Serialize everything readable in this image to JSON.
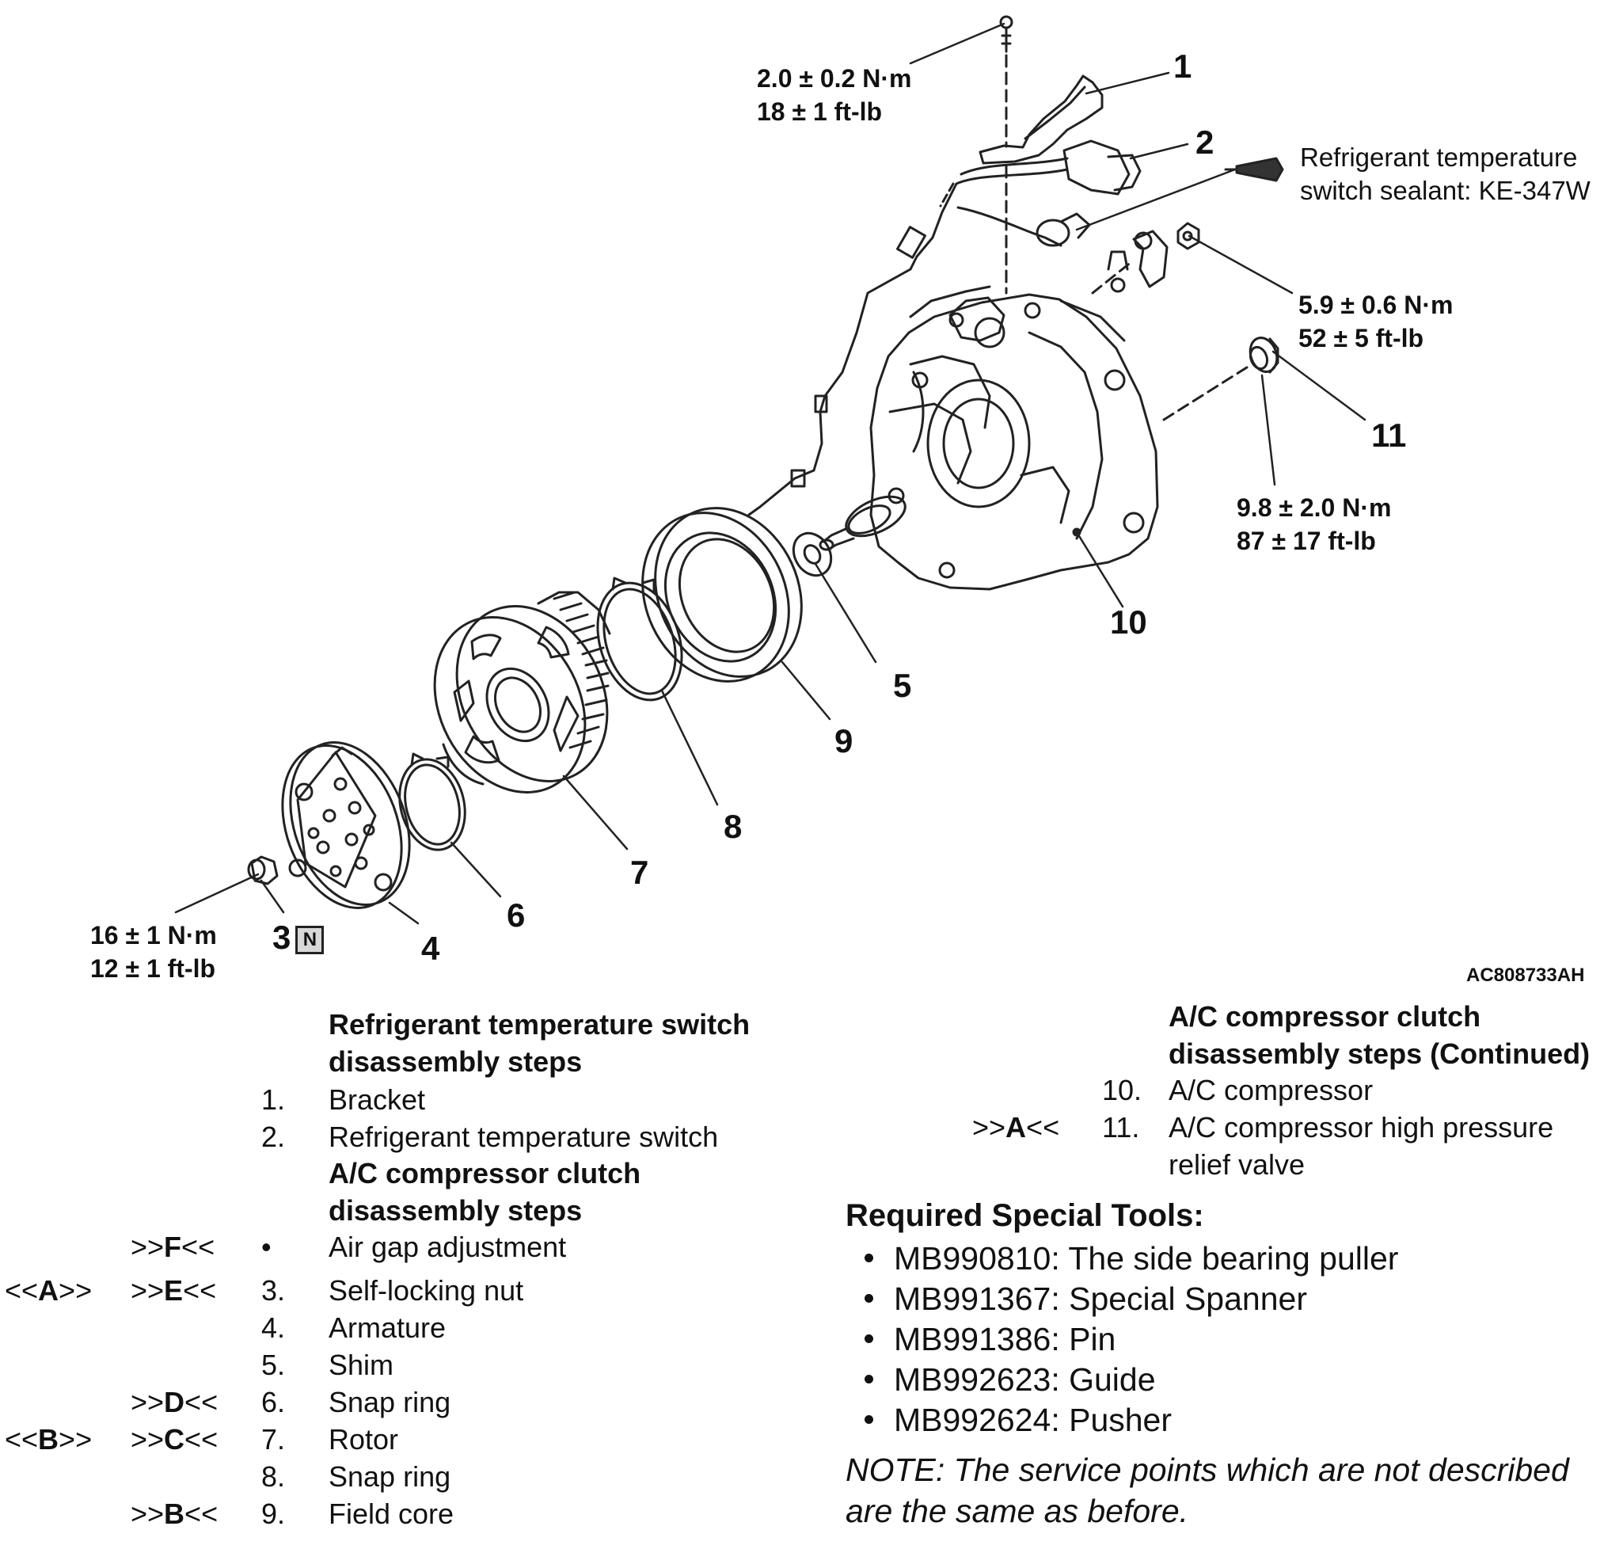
{
  "diagram": {
    "torques": {
      "bracket_bolt": {
        "nm": "2.0 ± 0.2 N·m",
        "ftlb": "18 ± 1 ft-lb"
      },
      "compressor_bolt": {
        "nm": "5.9 ± 0.6 N·m",
        "ftlb": "52 ± 5 ft-lb"
      },
      "relief_valve": {
        "nm": "9.8 ± 2.0 N·m",
        "ftlb": "87 ± 17 ft-lb"
      },
      "self_locking_nut": {
        "nm": "16 ± 1 N·m",
        "ftlb": "12 ± 1 ft-lb"
      }
    },
    "sealant_note": {
      "line1": "Refrigerant temperature",
      "line2": "switch sealant: KE-347W"
    },
    "part_numbers": [
      "1",
      "2",
      "3",
      "4",
      "5",
      "6",
      "7",
      "8",
      "9",
      "10",
      "11"
    ],
    "new_part_mark": "N",
    "figure_code": "AC808733AH"
  },
  "left_column": {
    "heading1_line1": "Refrigerant temperature switch",
    "heading1_line2": "disassembly steps",
    "heading2_line1": "A/C compressor clutch",
    "heading2_line2": "disassembly steps",
    "steps_a": [
      {
        "num": "1.",
        "text": "Bracket"
      },
      {
        "num": "2.",
        "text": "Refrigerant temperature switch"
      }
    ],
    "steps_b": [
      {
        "removal": "",
        "install": ">>F<<",
        "num": "•",
        "text": "Air gap adjustment"
      },
      {
        "removal": "<<A>>",
        "install": ">>E<<",
        "num": "3.",
        "text": "Self-locking nut"
      },
      {
        "removal": "",
        "install": "",
        "num": "4.",
        "text": "Armature"
      },
      {
        "removal": "",
        "install": "",
        "num": "5.",
        "text": "Shim"
      },
      {
        "removal": "",
        "install": ">>D<<",
        "num": "6.",
        "text": "Snap ring"
      },
      {
        "removal": "<<B>>",
        "install": ">>C<<",
        "num": "7.",
        "text": "Rotor"
      },
      {
        "removal": "",
        "install": "",
        "num": "8.",
        "text": "Snap ring"
      },
      {
        "removal": "",
        "install": ">>B<<",
        "num": "9.",
        "text": "Field core"
      }
    ]
  },
  "right_column": {
    "heading_line1": "A/C compressor clutch",
    "heading_line2": "disassembly steps (Continued)",
    "steps": [
      {
        "install": "",
        "num": "10.",
        "text": "A/C compressor"
      },
      {
        "install": ">>A<<",
        "num": "11.",
        "text": "A/C compressor high pressure",
        "text2": "relief valve"
      }
    ],
    "tools_heading": "Required Special Tools:",
    "tools": [
      "MB990810: The side bearing puller",
      "MB991367: Special Spanner",
      "MB991386: Pin",
      "MB992623: Guide",
      "MB992624: Pusher"
    ],
    "note_line1": "NOTE: The service points which are not described",
    "note_line2": "are the same as before."
  }
}
